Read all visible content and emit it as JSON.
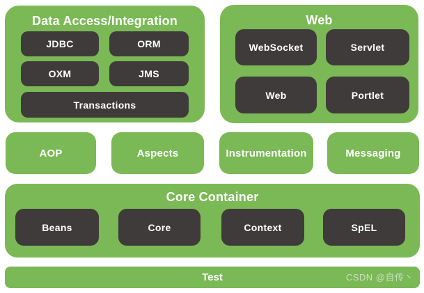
{
  "colors": {
    "green": "#7ab955",
    "dark": "#3f3b3a",
    "label": "#ffffff"
  },
  "diagram": {
    "data_access": {
      "title": "Data Access/Integration",
      "boxes": [
        "JDBC",
        "ORM",
        "OXM",
        "JMS",
        "Transactions"
      ]
    },
    "web": {
      "title": "Web",
      "boxes": [
        "WebSocket",
        "Servlet",
        "Web",
        "Portlet"
      ]
    },
    "middle_row": {
      "boxes": [
        "AOP",
        "Aspects",
        "Instrumentation",
        "Messaging"
      ]
    },
    "core_container": {
      "title": "Core Container",
      "boxes": [
        "Beans",
        "Core",
        "Context",
        "SpEL"
      ]
    },
    "test": {
      "title": "Test"
    }
  },
  "watermark": "CSDN @自传丶"
}
